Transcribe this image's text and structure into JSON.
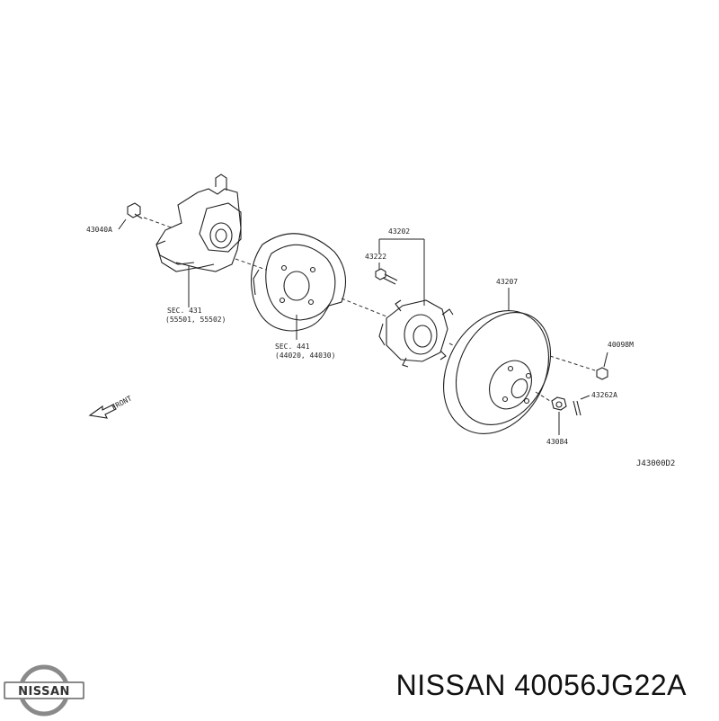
{
  "diagram": {
    "callouts": {
      "bolt": "43040A",
      "knuckle_sec": "SEC. 431",
      "knuckle_parts": "(55501, 55502)",
      "backplate_sec": "SEC. 441",
      "backplate_parts": "(44020, 44030)",
      "hub_assembly": "43202",
      "hub_bolt": "43222",
      "rotor": "43207",
      "nut": "40098M",
      "pin": "43262A",
      "hub_nut": "43084"
    },
    "front_label": "FRONT",
    "drawing_id": "J43000D2"
  },
  "caption": {
    "brand_logo_text": "NISSAN",
    "part_text": "NISSAN 40056JG22A"
  },
  "colors": {
    "line": "#222222",
    "background": "#ffffff",
    "logo_metal": "#8a8a8a"
  }
}
